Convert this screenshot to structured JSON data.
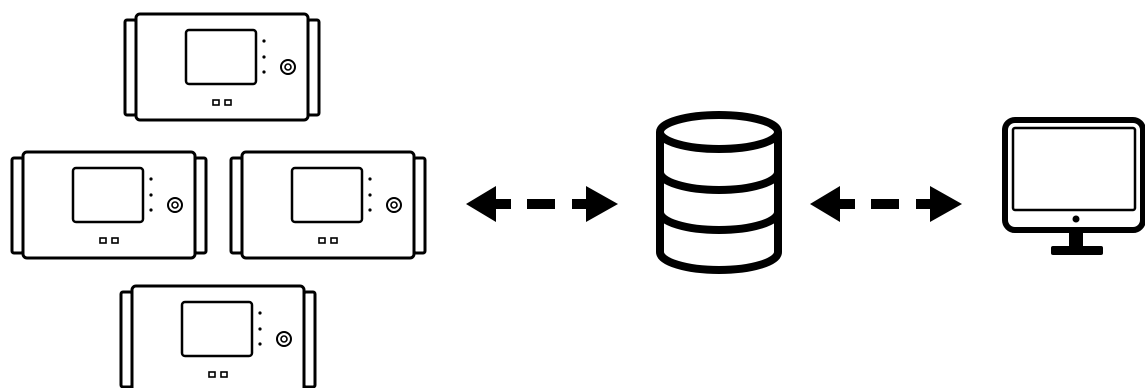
{
  "diagram": {
    "nodes": [
      {
        "id": "device-1",
        "icon": "data-logger-icon"
      },
      {
        "id": "device-2",
        "icon": "data-logger-icon"
      },
      {
        "id": "device-3",
        "icon": "data-logger-icon"
      },
      {
        "id": "device-4",
        "icon": "data-logger-icon"
      },
      {
        "id": "database",
        "icon": "database-icon"
      },
      {
        "id": "monitor",
        "icon": "monitor-icon"
      }
    ],
    "edges": [
      {
        "from": "devices",
        "to": "database",
        "style": "dashed",
        "direction": "bidirectional"
      },
      {
        "from": "database",
        "to": "monitor",
        "style": "dashed",
        "direction": "bidirectional"
      }
    ],
    "colors": {
      "stroke": "#000000",
      "background": "#ffffff"
    }
  }
}
